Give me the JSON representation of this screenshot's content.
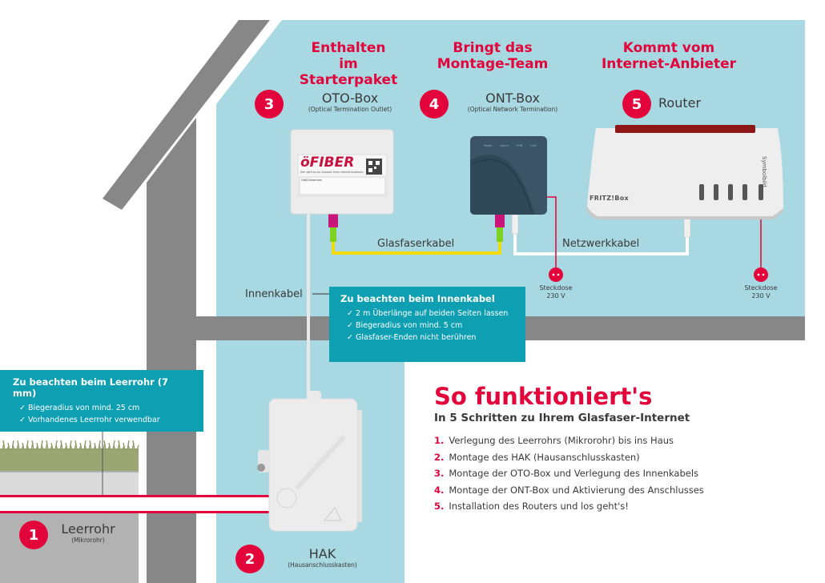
{
  "colors": {
    "accent_red": "#e2043a",
    "house_blue": "#a8d8e2",
    "wall_gray": "#878787",
    "note_teal": "#0e9fb3",
    "fiber_yellow": "#f4d90b",
    "ground_gray": "#b2b2b2",
    "grass_green": "#9aa772"
  },
  "categories": [
    {
      "heading_line1": "Enthalten",
      "heading_line2": "im Starterpaket"
    },
    {
      "heading_line1": "Bringt das",
      "heading_line2": "Montage-Team"
    },
    {
      "heading_line1": "Kommt vom",
      "heading_line2": "Internet-Anbieter"
    }
  ],
  "devices": [
    {
      "number": "1",
      "title": "Leerrohr",
      "subtitle": "(Mikrorohr)"
    },
    {
      "number": "2",
      "title": "HAK",
      "subtitle": "(Hausanschlusskasten)"
    },
    {
      "number": "3",
      "title": "OTO-Box",
      "subtitle": "(Optical Termination Outlet)"
    },
    {
      "number": "4",
      "title": "ONT-Box",
      "subtitle": "(Optical Network Termination)"
    },
    {
      "number": "5",
      "title": "Router",
      "subtitle": ""
    }
  ],
  "oto_box": {
    "brand": "öFIBER",
    "small_text": "Hier geht es zur Auswahl Ihres Internet-Anbieters",
    "field_label": "OAID-Nummer:"
  },
  "ont_box": {
    "leds": [
      "Power",
      "Alarm",
      "PON",
      "LAN"
    ]
  },
  "router": {
    "brand": "FRITZ!Box",
    "image_note": "Symbolbild"
  },
  "cables": {
    "fiber": "Glasfaserkabel",
    "network": "Netzwerkkabel",
    "indoor": "Innenkabel"
  },
  "sockets": [
    {
      "label_line1": "Steckdose",
      "label_line2": "230 V"
    },
    {
      "label_line1": "Steckdose",
      "label_line2": "230 V"
    }
  ],
  "notes": {
    "innenkabel": {
      "title": "Zu beachten beim Innenkabel",
      "items": [
        "2 m Überlänge auf beiden Seiten lassen",
        "Biegeradius von mind. 5 cm",
        "Glasfaser-Enden nicht berühren"
      ]
    },
    "leerrohr": {
      "title": "Zu beachten beim Leerrohr (7 mm)",
      "items": [
        "Biegeradius von mind. 25 cm",
        "Vorhandenes Leerrohr verwendbar"
      ]
    }
  },
  "check_glyph": "✓",
  "steps": {
    "title": "So funktioniert's",
    "subtitle": "In 5 Schritten zu Ihrem Glasfaser-Internet",
    "items": [
      {
        "number": "1.",
        "text": "Verlegung des Leerrohrs (Mikrorohr) bis ins Haus"
      },
      {
        "number": "2.",
        "text": "Montage des HAK (Hausanschlusskasten)"
      },
      {
        "number": "3.",
        "text": "Montage der OTO-Box und Verlegung des Innenkabels"
      },
      {
        "number": "4.",
        "text": "Montage der ONT-Box und Aktivierung des Anschlusses"
      },
      {
        "number": "5.",
        "text": "Installation des Routers und los geht's!"
      }
    ]
  }
}
